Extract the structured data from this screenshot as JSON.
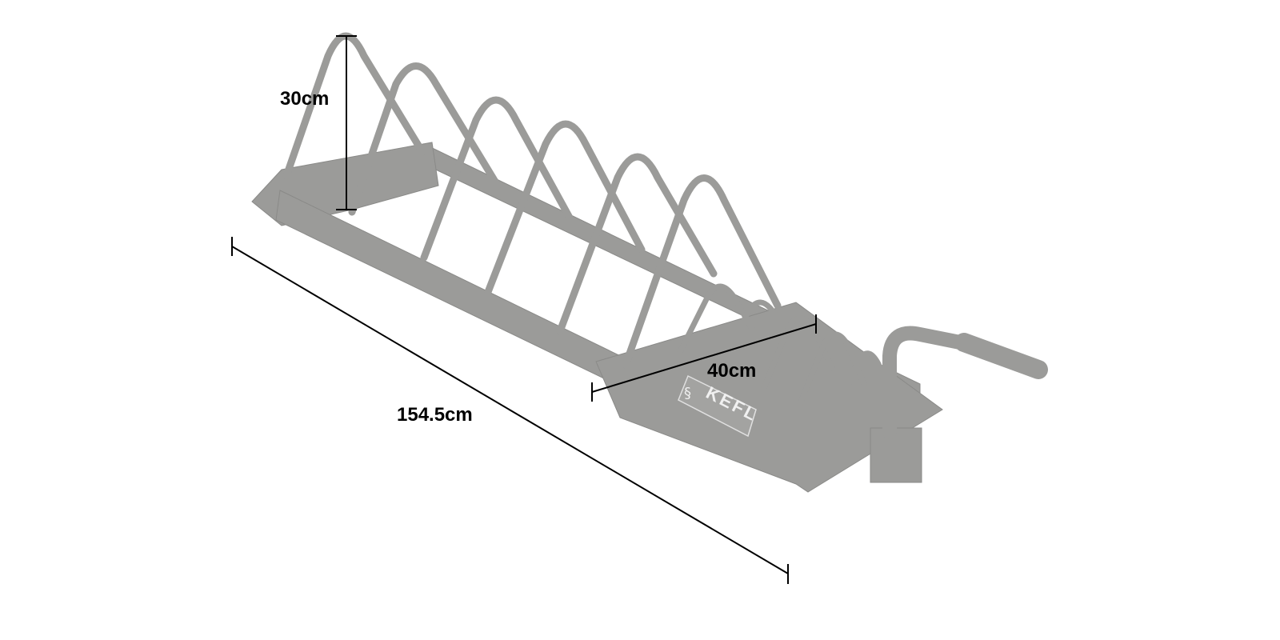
{
  "product": {
    "brand_logo": "KEFL",
    "color": "#9b9b99"
  },
  "dimensions": {
    "height": "30cm",
    "length": "154.5cm",
    "width": "40cm"
  }
}
